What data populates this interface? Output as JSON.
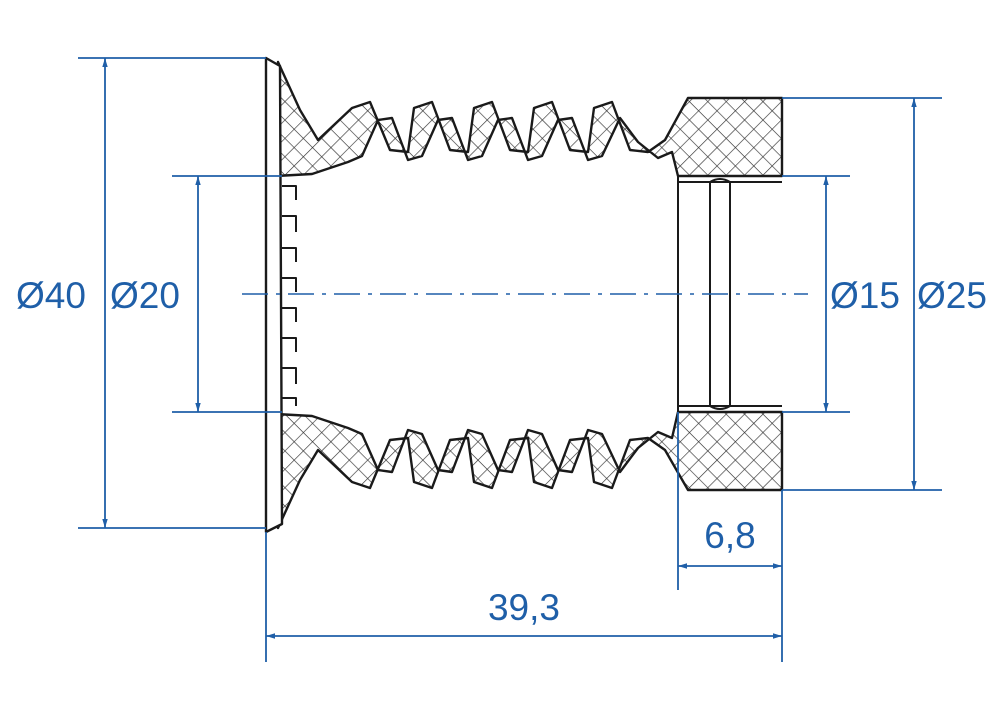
{
  "colors": {
    "outline": "#1a1a1a",
    "dimension": "#1f5fa8",
    "hatch": "#333333"
  },
  "dimensions": {
    "outer_flange_diameter": "Ø40",
    "inner_bore_diameter": "Ø20",
    "fitting_inner_diameter": "Ø15",
    "fitting_outer_diameter": "Ø25",
    "fitting_length": "6,8",
    "overall_length": "39,3"
  }
}
